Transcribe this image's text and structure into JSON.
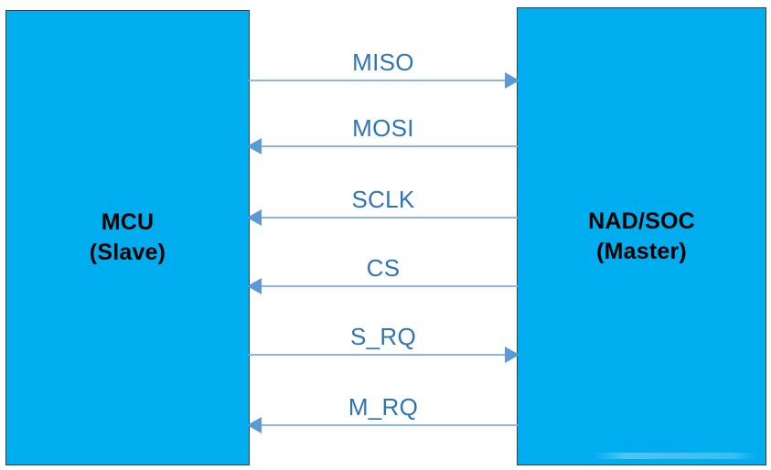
{
  "diagram": {
    "type": "spi-interface-block-diagram",
    "background_color": "#ffffff",
    "blocks": [
      {
        "id": "mcu",
        "name": "MCU",
        "role": "(Slave)",
        "fill_color": "#00ADEE",
        "text_color": "#000000",
        "side": "left"
      },
      {
        "id": "nad",
        "name": "NAD/SOC",
        "role": "(Master)",
        "fill_color": "#00ADEE",
        "text_color": "#000000",
        "side": "right"
      }
    ],
    "signal_color": "#5B9BD5",
    "label_color": "#2E75B6",
    "signals": [
      {
        "label": "MISO",
        "direction": "left-to-right",
        "from": "MCU",
        "to": "NAD/SOC"
      },
      {
        "label": "MOSI",
        "direction": "right-to-left",
        "from": "NAD/SOC",
        "to": "MCU"
      },
      {
        "label": "SCLK",
        "direction": "right-to-left",
        "from": "NAD/SOC",
        "to": "MCU"
      },
      {
        "label": "CS",
        "direction": "right-to-left",
        "from": "NAD/SOC",
        "to": "MCU"
      },
      {
        "label": "S_RQ",
        "direction": "left-to-right",
        "from": "MCU",
        "to": "NAD/SOC"
      },
      {
        "label": "M_RQ",
        "direction": "right-to-left",
        "from": "NAD/SOC",
        "to": "MCU"
      }
    ]
  }
}
